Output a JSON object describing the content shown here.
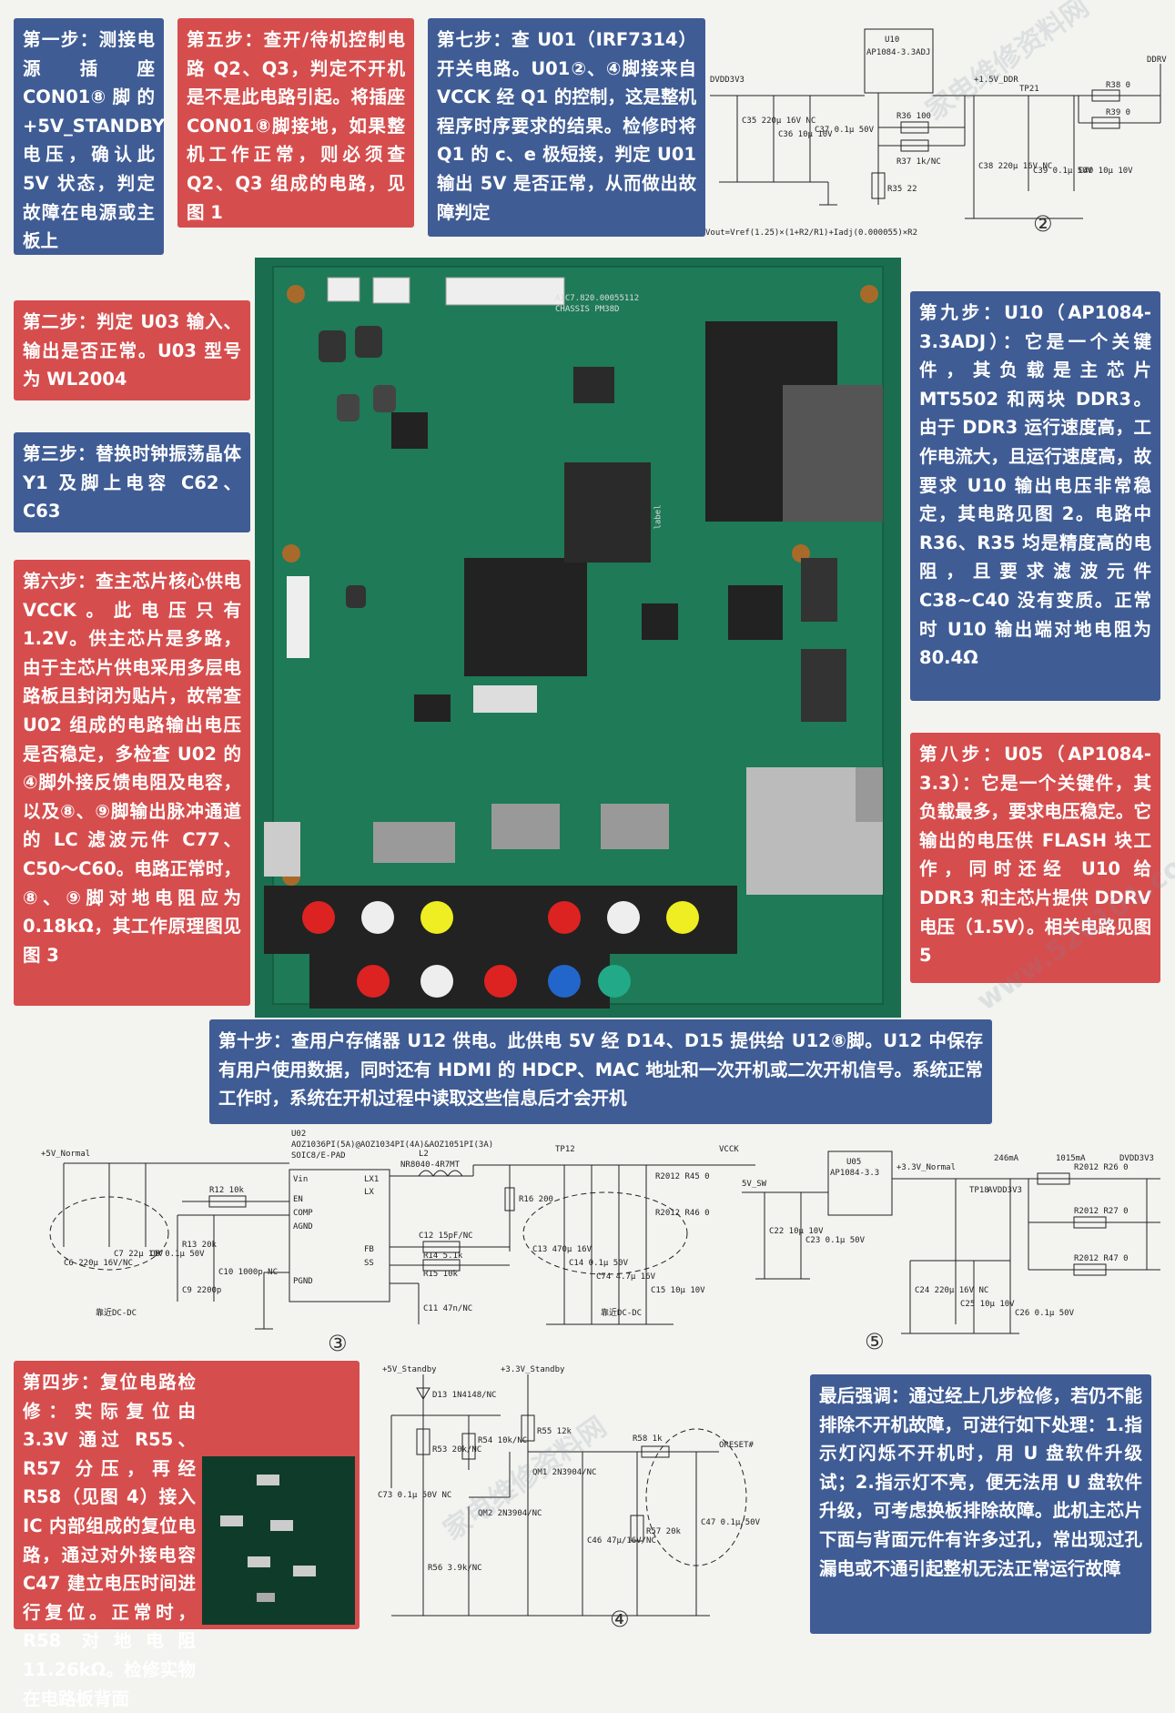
{
  "step1": "第一步：测接电源插座 CON01⑧ 脚 的 +5V_STANDBY 电压，确认此 5V 状态，判定故障在电源或主板上",
  "step2": "第二步：判定 U03 输入、输出是否正常。U03 型号为 WL2004",
  "step3": "第三步：替换时钟振荡晶体 Y1 及脚上电容 C62、C63",
  "step4": "第四步：复位电路检修：实际复位由 3.3V 通过 R55、R57 分压，再经 R58（见图 4）接入 IC 内部组成的复位电路，通过对外接电容 C47 建立电压时间进行复位。正常时，R58 对地电阻 11.26kΩ。检修实物在电路板背面",
  "step5": "第五步：查开/待机控制电路 Q2、Q3，判定不开机是不是此电路引起。将插座 CON01⑧脚接地，如果整机工作正常，则必须查 Q2、Q3 组成的电路，见图 1",
  "step6": "第六步：查主芯片核心供电 VCCK。此电压只有 1.2V。供主芯片是多路，由于主芯片供电采用多层电路板且封闭为贴片，故常查 U02 组成的电路输出电压是否稳定，多检查 U02 的④脚外接反馈电阻及电容，以及⑧、⑨脚输出脉冲通道的 LC 滤波元件 C77、C50～C60。电路正常时，⑧、⑨脚对地电阻应为 0.18kΩ，其工作原理图见图 3",
  "step7": "第七步：查 U01（IRF7314）开关电路。U01②、④脚接来自 VCCK 经 Q1 的控制，这是整机程序时序要求的结果。检修时将 Q1 的 c、e 极短接，判定 U01 输出 5V 是否正常，从而做出故障判定",
  "step8": "第八步：U05（AP1084-3.3）：它是一个关键件，其负载最多，要求电压稳定。它输出的电压供 FLASH 块工作，同时还经 U10 给 DDR3 和主芯片提供 DDRV 电压（1.5V）。相关电路见图 5",
  "step9": "第九步：U10（AP1084-3.3ADJ）：它是一个关键件，其负载是主芯片 MT5502 和两块 DDR3。由于 DDR3 运行速度高，工作电流大，且运行速度高，故要求 U10 输出电压非常稳定，其电路见图 2。电路中 R36、R35 均是精度高的电阻，且要求滤波元件 C38~C40 没有变质。正常时 U10 输出端对地电阻为 80.4Ω",
  "step10": "第十步：查用户存储器 U12 供电。此供电 5V 经 D14、D15 提供给 U12⑧脚。U12 中保存有用户使用数据，同时还有 HDMI 的 HDCP、MAC 地址和一次开机或二次开机信号。系统正常工作时，系统在开机过程中读取这些信息后才会开机",
  "final": "最后强调：通过经上几步检修，若仍不能排除不开机故障，可进行如下处理：1.指示灯闪烁不开机时，用 U 盘软件升级试；2.指示灯不亮，便无法用 U 盘软件升级，可考虑换板排除故障。此机主芯片下面与背面元件有许多过孔，常出现过孔漏电或不通引起整机无法正常运行故障",
  "fig2": {
    "label": "②",
    "formula": "Vout=Vref(1.25)×(1+R2/R1)+Iadj(0.000055)×R2",
    "u10": "U10",
    "u10_part": "AP1084-3.3ADJ",
    "dvdd": "DVDD3V3",
    "v15": "+1.5V_DDR",
    "ddrv": "DDRV",
    "tp21": "TP21",
    "c35": "C35 220μ 16V NC",
    "c36": "C36 10μ 10V",
    "c37": "C37 0.1μ 50V",
    "r36": "R36 100",
    "r37": "R37 1k/NC",
    "r35": "R35 22",
    "c38": "C38 220μ 16V NC",
    "c39": "C39 0.1μ 50V",
    "c40": "C40 10μ 10V",
    "r38": "R38 0",
    "r39": "R39 0"
  },
  "fig3": {
    "label": "③",
    "u02": "U02",
    "u02_desc": "AOZ1036PI(5A)@AOZ1034PI(4A)&AOZ1051PI(3A)",
    "pkg": "SOIC8/E-PAD",
    "v5": "+5V_Normal",
    "tp12": "TP12",
    "vcck": "VCCK",
    "l2": "L2",
    "l2v": "NR8040-4R7MT",
    "r12": "R12 10k",
    "r13": "R13 20k",
    "r16": "R16 200",
    "r14": "R14 5.1k",
    "r15": "R15 10k",
    "c12": "C12 15pF/NC",
    "c11": "C11 47n/NC",
    "c10": "C10 1000p NC",
    "c9": "C9 2200p",
    "c6": "C6 220μ 16V/NC",
    "c7": "C7 22μ 10V",
    "c8": "C8 0.1μ 50V",
    "c13": "C13 470μ 16V",
    "c14": "C14 0.1μ 50V",
    "c74": "C74 4.7μ 16V",
    "c15": "C15 10μ 10V",
    "r45": "R2012 R45 0",
    "r46": "R2012 R46 0",
    "near1": "靠近DC-DC",
    "near2": "靠近DC-DC",
    "pins": [
      "Vin",
      "EN",
      "COMP",
      "AGND",
      "PGND",
      "LX1",
      "LX",
      "FB",
      "SS"
    ]
  },
  "fig4": {
    "label": "④",
    "v5s": "+5V_Standby",
    "v33s": "+3.3V_Standby",
    "d13": "D13 1N4148/NC",
    "c73": "C73 0.1μ 50V NC",
    "r53": "R53 20k/NC",
    "r54": "R54 10k/NC",
    "r55": "R55 12k",
    "r56": "R56 3.9k/NC",
    "r57": "R57 20k",
    "r58": "R58 1k",
    "ores": "ORESET#",
    "qm1": "QM1 2N3904/NC",
    "qm2": "QM2 2N3904/NC",
    "c46": "C46 47μ/16V/NC",
    "c47": "C47 0.1μ/50V"
  },
  "fig5": {
    "label": "⑤",
    "u05": "U05",
    "u05_part": "AP1084-3.3",
    "v5sw": "5V_SW",
    "v33n": "+3.3V_Normal",
    "tp18": "TP18",
    "avdd": "AVDD3V3",
    "dvdd": "DVDD3V3",
    "i1": "246mA",
    "i2": "1015mA",
    "c22": "C22 10μ 10V",
    "c23": "C23 0.1μ 50V",
    "c24": "C24 220μ 16V NC",
    "c25": "C25 10μ 10V",
    "c26": "C26 0.1μ 50V",
    "r26": "R2012 R26 0",
    "r27": "R2012 R27 0",
    "r47": "R2012 R47 0"
  },
  "board": {
    "silk1": "AIC7.820.00055112",
    "silk2": "CHASSIS PM38D",
    "label": "label"
  },
  "watermarks": [
    "家电维修资料网",
    "www.520101.com"
  ]
}
